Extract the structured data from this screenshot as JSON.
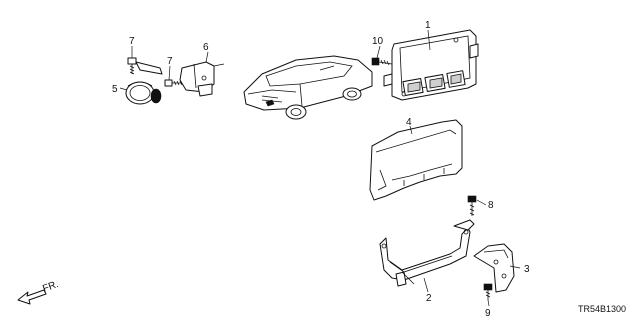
{
  "callouts": {
    "c1": "1",
    "c2": "2",
    "c3": "3",
    "c4": "4",
    "c5": "5",
    "c6": "6",
    "c7a": "7",
    "c7b": "7",
    "c8": "8",
    "c9": "9",
    "c10": "10"
  },
  "direction_label": "FR.",
  "diagram_code": "TR54B1300"
}
